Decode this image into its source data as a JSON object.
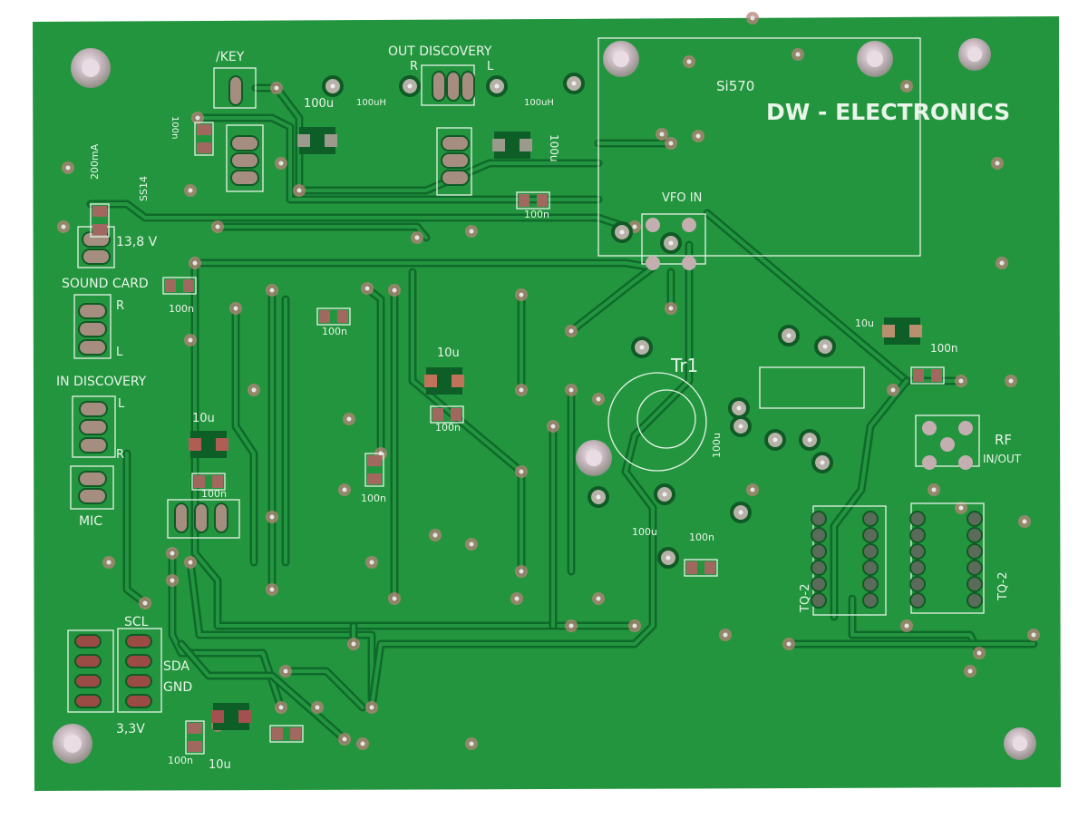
{
  "board": {
    "brand": "DW - ELECTRONICS",
    "module": "Si570",
    "colors": {
      "board": "#24953f",
      "trace": "#0e6a2a",
      "silk": "#e8f5e8",
      "pad": "#b9b3a8",
      "copper": "#a45a4e",
      "background": "#ffffff"
    }
  },
  "labels": {
    "key": "/KEY",
    "out_discovery": "OUT DISCOVERY",
    "out_r": "R",
    "out_l": "L",
    "cap_100u_a": "100u",
    "ind_100uh_a": "100uH",
    "ind_100uh_b": "100uH",
    "cap_100n_v": "100n",
    "fuse": "200mA",
    "diode": "SS14",
    "power": "13,8 V",
    "sound_card": "SOUND CARD",
    "sc_r": "R",
    "sc_l": "L",
    "in_discovery": "IN DISCOVERY",
    "in_l": "L",
    "in_r": "R",
    "mic": "MIC",
    "scl": "SCL",
    "sda": "SDA",
    "gnd": "GND",
    "v33": "3,3V",
    "c_100n_bl": "100n",
    "c_10u_bl": "10u",
    "c_100u_top": "100u",
    "c_100n_top": "100n",
    "c_100n_sc": "100n",
    "c_100n_m1": "100n",
    "c_10u_m1": "10u",
    "c_100n_m2": "100n",
    "c_10u_l": "10u",
    "c_100n_l": "100n",
    "c_100n_m3": "100n",
    "vfo_in": "VFO IN",
    "tr1": "Tr1",
    "c_100u_tr": "100u",
    "c_100u_b": "100u",
    "c_100n_b": "100n",
    "c_10u_r": "10u",
    "c_100n_r": "100n",
    "rf": "RF",
    "rf_inout": "IN/OUT",
    "relay_a": "TQ-2",
    "relay_b": "TQ-2"
  }
}
